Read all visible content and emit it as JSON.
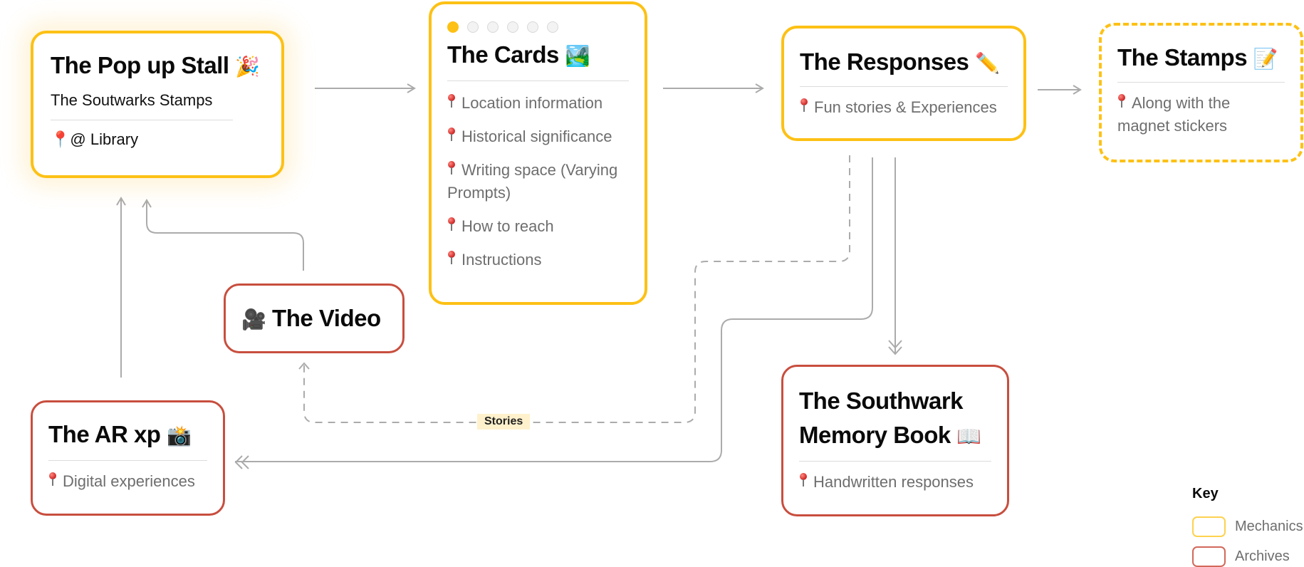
{
  "nodes": {
    "popup": {
      "title": "The Pop up Stall",
      "emoji": "🎉",
      "subtitle": "The Soutwarks Stamps",
      "location": "📍@ Library",
      "category": "Mechanics"
    },
    "cards": {
      "title": "The Cards",
      "emoji": "🏞️",
      "carousel": {
        "total": 6,
        "active": 1
      },
      "items": [
        "Location information",
        "Historical significance",
        "Writing space (Varying Prompts)",
        "How to reach",
        "Instructions"
      ],
      "category": "Mechanics"
    },
    "responses": {
      "title": "The Responses",
      "emoji": "✏️",
      "items": [
        "Fun stories & Experiences"
      ],
      "category": "Mechanics"
    },
    "stamps": {
      "title": "The Stamps",
      "emoji": "📝",
      "items": [
        "Along with the magnet stickers"
      ],
      "category": "Mechanics",
      "style": "dashed"
    },
    "video": {
      "title": "The Video",
      "emoji": "🎥",
      "category": "Archives"
    },
    "ar": {
      "title": "The AR xp",
      "emoji": "📸",
      "items": [
        "Digital experiences"
      ],
      "category": "Archives"
    },
    "memory": {
      "title_line1": "The Southwark",
      "title_line2": "Memory Book",
      "emoji": "📖",
      "items": [
        "Handwritten responses"
      ],
      "category": "Archives"
    }
  },
  "edges": [
    {
      "from": "popup",
      "to": "cards",
      "style": "solid"
    },
    {
      "from": "cards",
      "to": "responses",
      "style": "solid"
    },
    {
      "from": "responses",
      "to": "stamps",
      "style": "solid"
    },
    {
      "from": "responses",
      "to": "memory",
      "style": "solid",
      "arrow": "double"
    },
    {
      "from": "responses",
      "to": "ar",
      "style": "solid",
      "arrow": "double"
    },
    {
      "from": "responses",
      "to": "video",
      "style": "dashed",
      "label": "Stories"
    },
    {
      "from": "ar",
      "to": "popup",
      "style": "solid"
    },
    {
      "from": "video",
      "to": "popup",
      "style": "solid"
    }
  ],
  "edge_labels": {
    "stories": "Stories"
  },
  "key": {
    "title": "Key",
    "entries": [
      {
        "label": "Mechanics",
        "color": "#FDC115"
      },
      {
        "label": "Archives",
        "color": "#C84E3E"
      }
    ]
  },
  "colors": {
    "mechanics": "#FDC115",
    "archives": "#C84E3E",
    "connector": "#ABABAB",
    "label_bg": "#FEF1CC"
  }
}
